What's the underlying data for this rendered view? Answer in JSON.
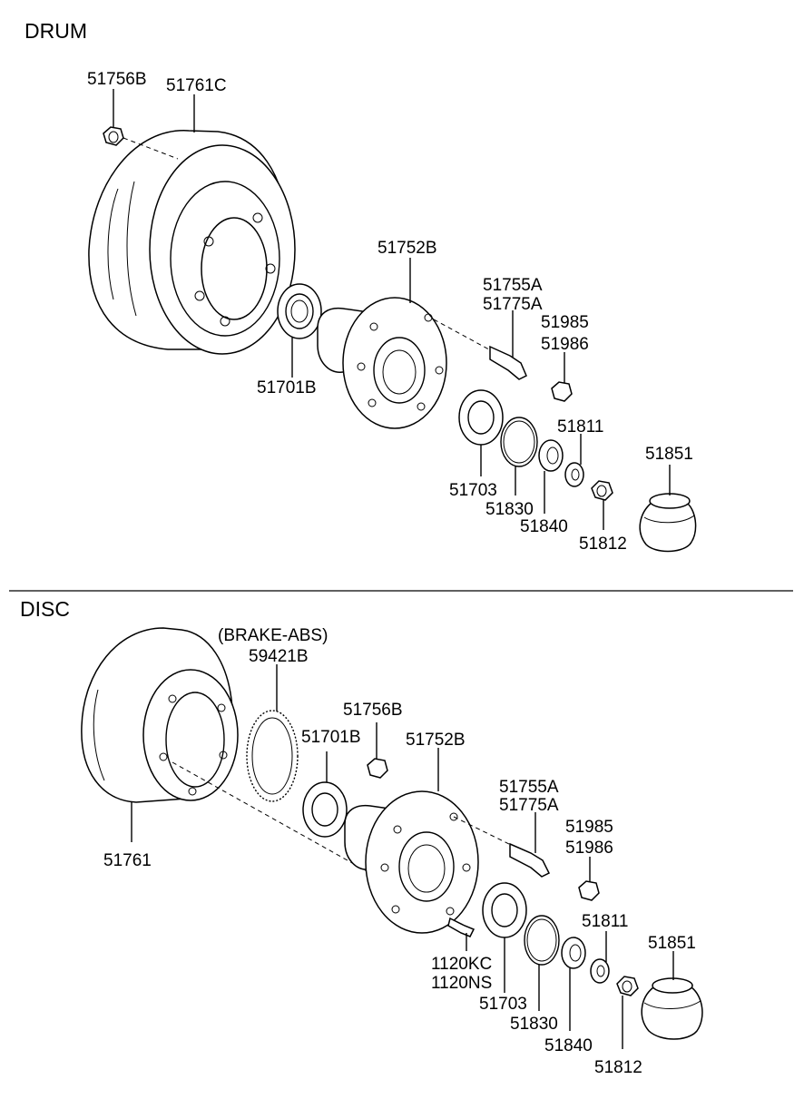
{
  "sections": {
    "drum": "DRUM",
    "disc": "DISC"
  },
  "drum_labels": {
    "p51756B": "51756B",
    "p51761C": "51761C",
    "p51752B": "51752B",
    "p51755A": "51755A",
    "p51775A": "51775A",
    "p51985": "51985",
    "p51986": "51986",
    "p51701B": "51701B",
    "p51811": "51811",
    "p51851": "51851",
    "p51703": "51703",
    "p51830": "51830",
    "p51840": "51840",
    "p51812": "51812"
  },
  "disc_labels": {
    "brake_abs": "(BRAKE-ABS)",
    "p59421B": "59421B",
    "p51756B": "51756B",
    "p51701B": "51701B",
    "p51752B": "51752B",
    "p51755A": "51755A",
    "p51775A": "51775A",
    "p51985": "51985",
    "p51986": "51986",
    "p51761": "51761",
    "p51811": "51811",
    "p51851": "51851",
    "p1120KC": "1120KC",
    "p1120NS": "1120NS",
    "p51703": "51703",
    "p51830": "51830",
    "p51840": "51840",
    "p51812": "51812"
  }
}
